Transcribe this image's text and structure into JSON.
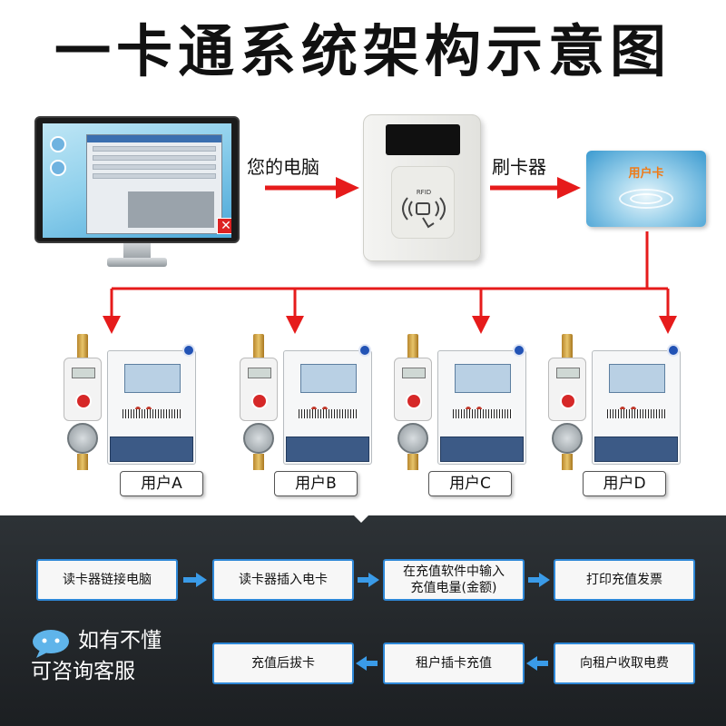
{
  "title": "一卡通系统架构示意图",
  "labels": {
    "computer": "您的电脑",
    "reader": "刷卡器",
    "card": "用户卡",
    "rfid": "RFID"
  },
  "users": [
    "用户A",
    "用户B",
    "用户C",
    "用户D"
  ],
  "process_row1": [
    "读卡器链接电脑",
    "读卡器插入电卡",
    "在充值软件中输入\n充值电量(金额)",
    "打印充值发票"
  ],
  "process_row2": [
    "向租户收取电费",
    "租户插卡充值",
    "充值后拔卡"
  ],
  "contact": {
    "line1": "如有不懂",
    "line2": "可咨询客服"
  },
  "colors": {
    "arrow_red": "#e61b1b",
    "step_border": "#2e88d8",
    "step_arrow": "#3a9be8",
    "card_text": "#f07a16"
  }
}
